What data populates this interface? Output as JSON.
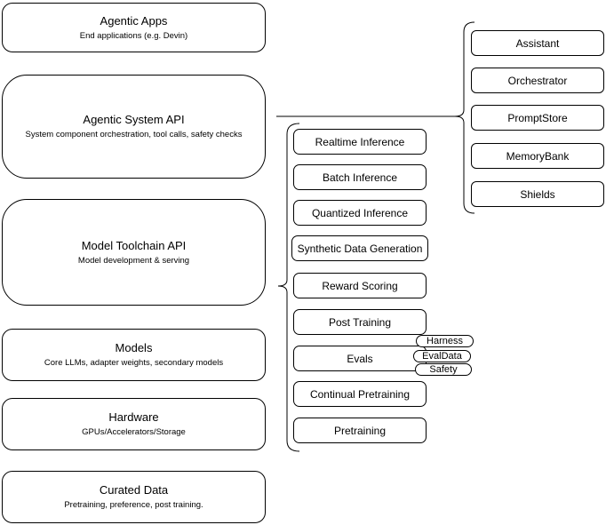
{
  "diagram": {
    "colors": {
      "stroke": "#000000",
      "fill": "#ffffff",
      "text": "#000000"
    },
    "layers": [
      {
        "title": "Agentic Apps",
        "subtitle": "End applications (e.g. Devin)"
      },
      {
        "title": "Agentic System API",
        "subtitle": "System component orchestration, tool calls, safety checks"
      },
      {
        "title": "Model Toolchain API",
        "subtitle": "Model development & serving"
      },
      {
        "title": "Models",
        "subtitle": "Core LLMs, adapter weights, secondary models"
      },
      {
        "title": "Hardware",
        "subtitle": "GPUs/Accelerators/Storage"
      },
      {
        "title": "Curated Data",
        "subtitle": "Pretraining, preference, post training."
      }
    ],
    "toolchain_services": [
      "Realtime Inference",
      "Batch Inference",
      "Quantized Inference",
      "Synthetic Data Generation",
      "Reward Scoring",
      "Post Training",
      "Evals",
      "Continual Pretraining",
      "Pretraining"
    ],
    "eval_tags": [
      "Harness",
      "EvalData",
      "Safety"
    ],
    "system_components": [
      "Assistant",
      "Orchestrator",
      "PromptStore",
      "MemoryBank",
      "Shields"
    ]
  }
}
